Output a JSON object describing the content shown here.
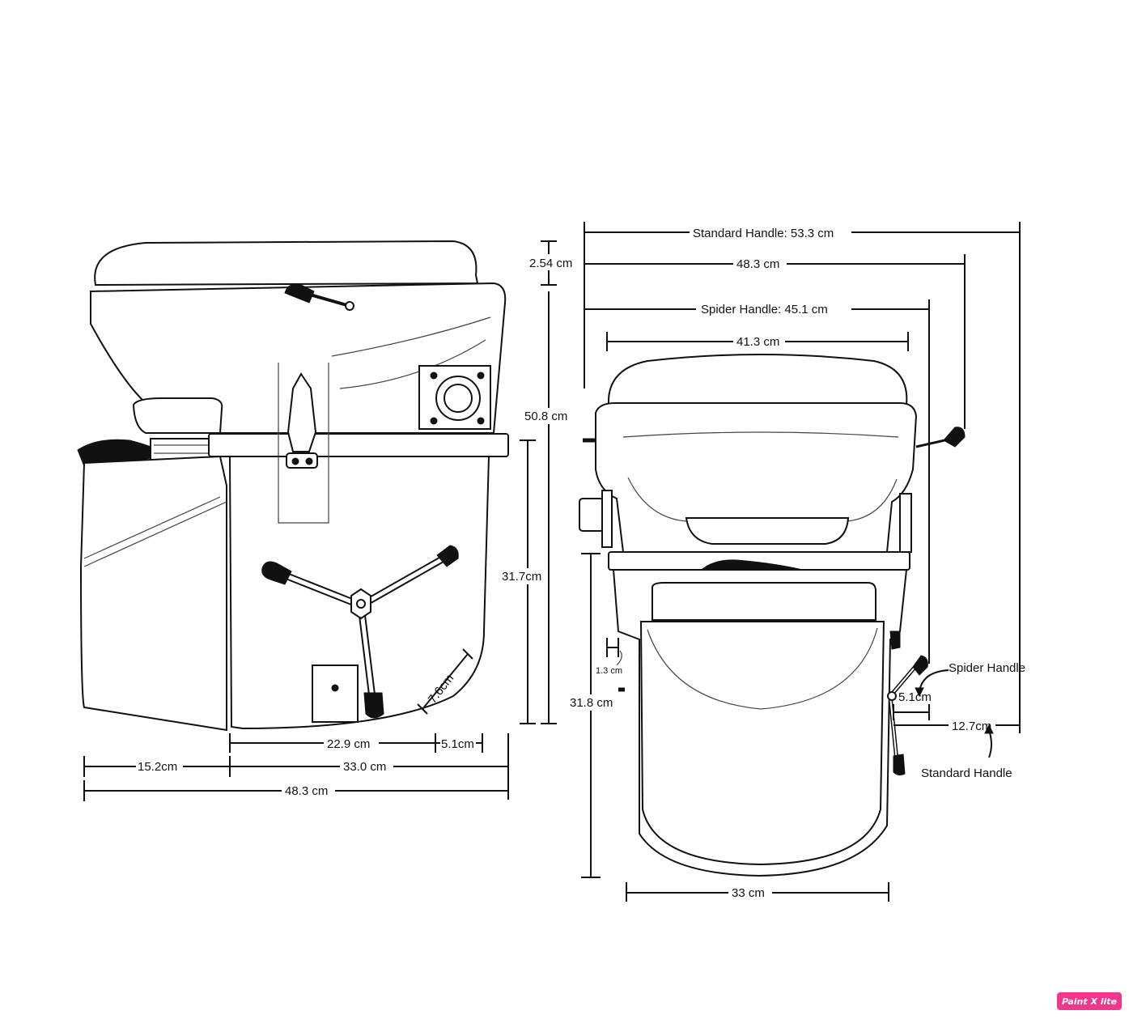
{
  "labels": {
    "standard_handle_width": "Standard Handle: 53.3 cm",
    "top_width_48": "48.3 cm",
    "spider_handle_width": "Spider Handle: 45.1 cm",
    "seat_width": "41.3 cm",
    "lid_thickness": "2.54 cm",
    "total_height": "50.8 cm",
    "side_base_height": "31.7cm",
    "front_base_height": "31.8 cm",
    "handle_arm": "7.6cm",
    "base_22_9": "22.9 cm",
    "base_5_1": "5.1cm",
    "base_15_2": "15.2cm",
    "base_33_0": "33.0 cm",
    "base_48_3": "48.3 cm",
    "gap_1_3": "1.3 cm",
    "spider_handle": "Spider Handle",
    "spider_offset": "5.1cm",
    "standard_offset": "12.7cm",
    "standard_handle": "Standard Handle",
    "front_bottom": "33 cm"
  },
  "watermark": "Paint X lite",
  "colors": {
    "line": "#111111",
    "background": "#ffffff",
    "watermark": "#f0378c"
  }
}
